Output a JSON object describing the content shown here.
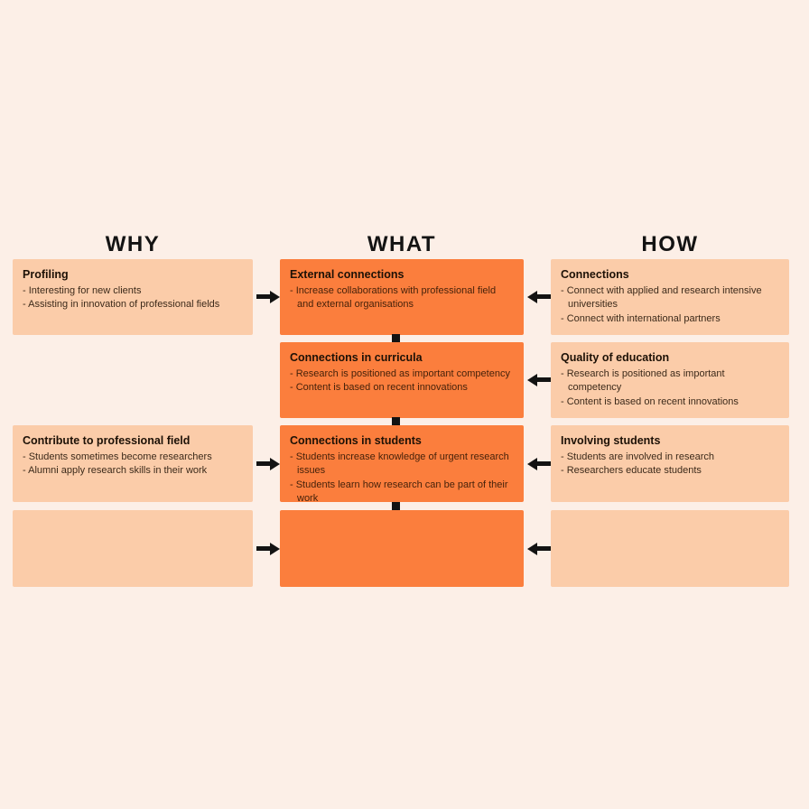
{
  "diagram_title": "Why-What-How research connections matrix",
  "colors": {
    "background": "#fcefe7",
    "light_box": "#fbcca9",
    "accent_box": "#fb7e3d",
    "arrow": "#131313",
    "header_text": "#131313"
  },
  "headers": {
    "why": "WHY",
    "what": "WHAT",
    "how": "HOW"
  },
  "rows": [
    {
      "why": {
        "title": "Profiling",
        "bullets": [
          "- Interesting for new clients",
          "- Assisting in innovation of professional fields"
        ]
      },
      "what": {
        "title": "External connections",
        "bullets": [
          "- Increase collaborations with professional field and external organisations"
        ]
      },
      "how": {
        "title": "Connections",
        "bullets": [
          "- Connect with applied and research intensive universities",
          "- Connect with international partners"
        ]
      }
    },
    {
      "what": {
        "title": "Connections in curricula",
        "bullets": [
          "- Research is positioned as important competency",
          "- Content is based on recent innovations"
        ]
      },
      "how": {
        "title": "Quality of education",
        "bullets": [
          "- Research is positioned as important competency",
          "- Content is based on recent innovations"
        ]
      }
    },
    {
      "why": {
        "title": "Contribute to professional field",
        "bullets": [
          "- Students sometimes become researchers",
          "- Alumni apply research skills in their work"
        ]
      },
      "what": {
        "title": "Connections in students",
        "bullets": [
          "- Students increase knowledge of urgent research issues",
          "- Students learn how research can be part of their work"
        ]
      },
      "how": {
        "title": "Involving students",
        "bullets": [
          "- Students are involved in research",
          "- Researchers educate students"
        ]
      }
    },
    {
      "why": {
        "title": "",
        "bullets": []
      },
      "what": {
        "title": "",
        "bullets": []
      },
      "how": {
        "title": "",
        "bullets": []
      }
    }
  ]
}
